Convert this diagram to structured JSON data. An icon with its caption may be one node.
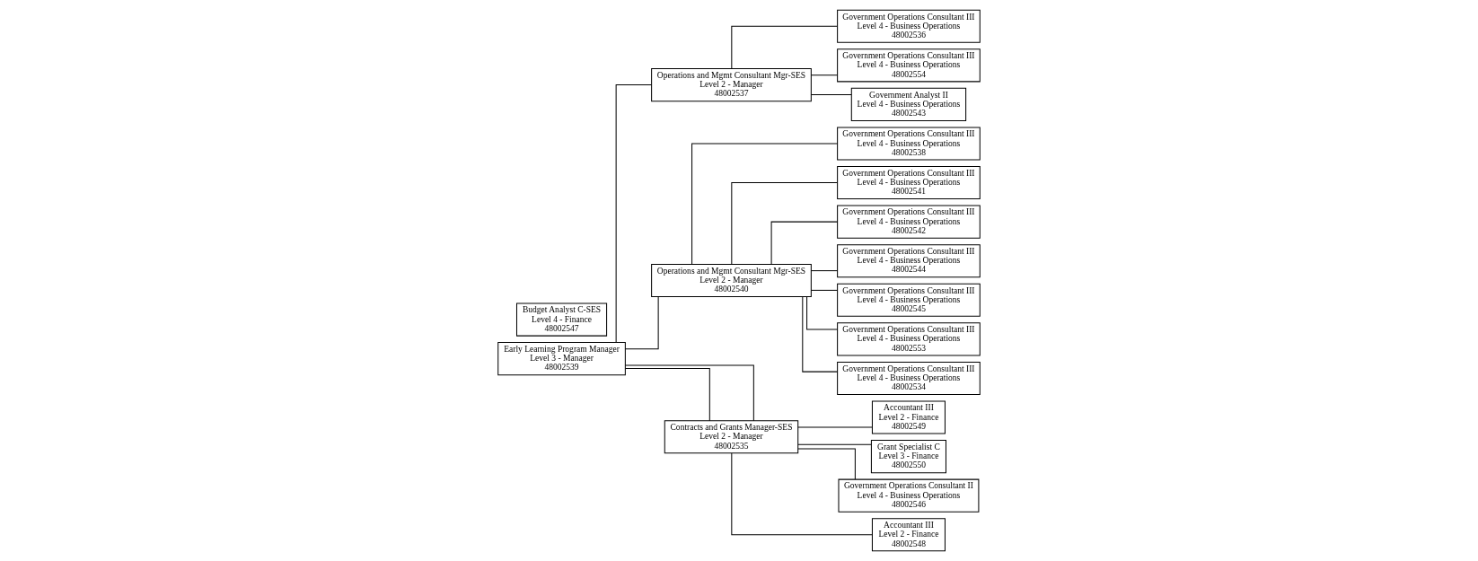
{
  "diagram": {
    "nodes": [
      {
        "text": [
          "Early Learning Program Manager",
          "Level 3 - Manager",
          "48002539"
        ]
      },
      {
        "text": [
          "Operations and Mgmt Consultant Mgr-SES",
          "Level 2 - Manager",
          "48002537"
        ]
      },
      {
        "text": [
          "Operations and Mgmt Consultant Mgr-SES",
          "Level 2 - Manager",
          "48002540"
        ]
      },
      {
        "text": [
          "Contracts and Grants Manager-SES",
          "Level 2 - Manager",
          "48002535"
        ]
      },
      {
        "text": [
          "Budget Analyst C-SES",
          "Level 4 - Finance",
          "48002547"
        ]
      },
      {
        "text": [
          "Government Operations Consultant III",
          "Level 4 - Business Operations",
          "48002536"
        ]
      },
      {
        "text": [
          "Government Operations Consultant III",
          "Level 4 - Business Operations",
          "48002554"
        ]
      },
      {
        "text": [
          "Government Analyst II",
          "Level 4 - Business Operations",
          "48002543"
        ]
      },
      {
        "text": [
          "Government Operations Consultant III",
          "Level 4 - Business Operations",
          "48002538"
        ]
      },
      {
        "text": [
          "Government Operations Consultant III",
          "Level 4 - Business Operations",
          "48002541"
        ]
      },
      {
        "text": [
          "Government Operations Consultant III",
          "Level 4 - Business Operations",
          "48002542"
        ]
      },
      {
        "text": [
          "Government Operations Consultant III",
          "Level 4 - Business Operations",
          "48002544"
        ]
      },
      {
        "text": [
          "Government Operations Consultant III",
          "Level 4 - Business Operations",
          "48002545"
        ]
      },
      {
        "text": [
          "Government Operations Consultant III",
          "Level 4 - Business Operations",
          "48002553"
        ]
      },
      {
        "text": [
          "Government Operations Consultant III",
          "Level 4 - Business Operations",
          "48002534"
        ]
      },
      {
        "text": [
          "Accountant III",
          "Level 2 - Finance",
          "48002549"
        ]
      },
      {
        "text": [
          "Grant Specialist C",
          "Level 3 - Finance",
          "48002550"
        ]
      },
      {
        "text": [
          "Government Operations Consultant II",
          "Level 4 - Business Operations",
          "48002546"
        ]
      },
      {
        "text": [
          "Accountant III",
          "Level 2 - Finance",
          "48002548"
        ]
      }
    ],
    "edges": [
      {
        "from": 0,
        "to": 1,
        "arrow": "none"
      },
      {
        "from": 0,
        "to": 2,
        "arrow": "none"
      },
      {
        "from": 0,
        "to": 3,
        "arrow": "none"
      },
      {
        "from": 0,
        "to": 3,
        "arrow": "none"
      },
      {
        "from": 1,
        "to": 5,
        "arrow": "none"
      },
      {
        "from": 1,
        "to": 6,
        "arrow": "none"
      },
      {
        "from": 1,
        "to": 7,
        "arrow": "none"
      },
      {
        "from": 2,
        "to": 8,
        "arrow": "none"
      },
      {
        "from": 2,
        "to": 9,
        "arrow": "none"
      },
      {
        "from": 2,
        "to": 10,
        "arrow": "none"
      },
      {
        "from": 2,
        "to": 11,
        "arrow": "none"
      },
      {
        "from": 2,
        "to": 12,
        "arrow": "none"
      },
      {
        "from": 2,
        "to": 13,
        "arrow": "none"
      },
      {
        "from": 2,
        "to": 14,
        "arrow": "none"
      },
      {
        "from": 3,
        "to": 15,
        "arrow": "none"
      },
      {
        "from": 3,
        "to": 16,
        "arrow": "none"
      },
      {
        "from": 3,
        "to": 17,
        "arrow": "none"
      },
      {
        "from": 3,
        "to": 18,
        "arrow": "none"
      }
    ]
  }
}
